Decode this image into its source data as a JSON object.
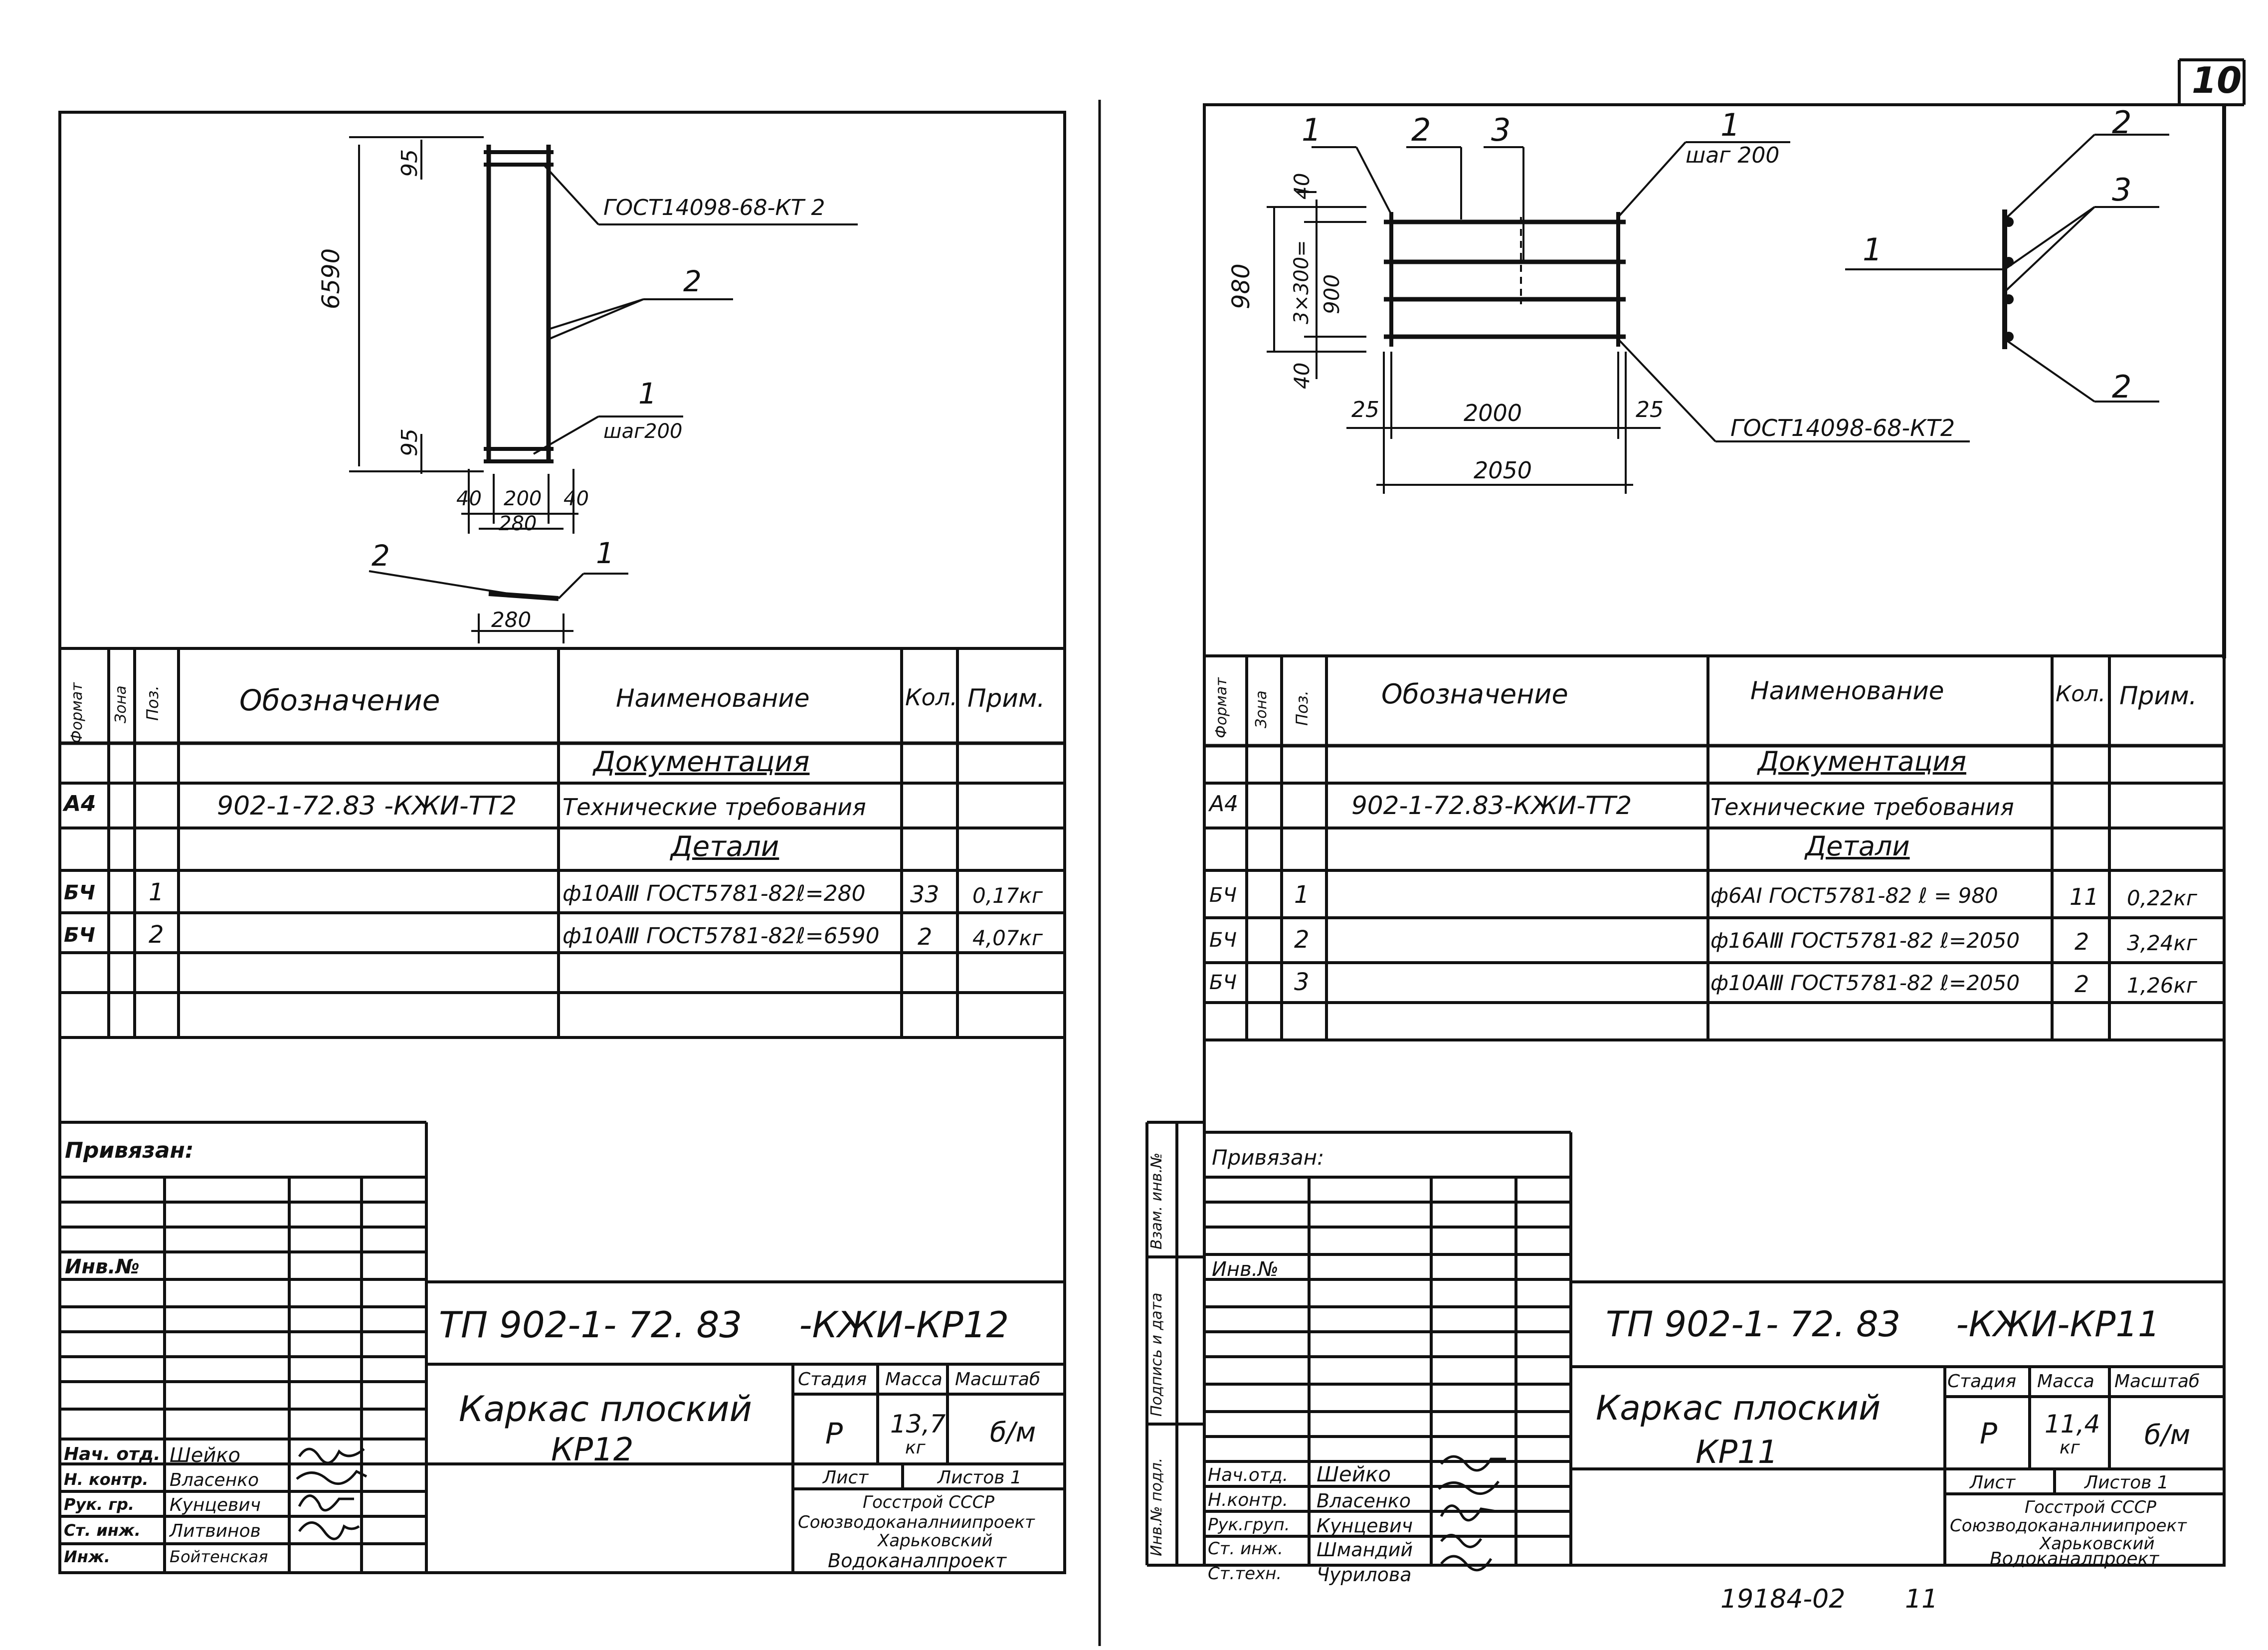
{
  "sheet_number": "10",
  "bottom_stamp": {
    "code": "19184-02",
    "page": "11"
  },
  "column_headers": {
    "format": "Формат",
    "zone": "Зона",
    "pos": "Поз.",
    "designation": "Обозначение",
    "name": "Наименование",
    "qty": "Кол.",
    "note": "Прим."
  },
  "left": {
    "drawing": {
      "callout_top": "ГОСТ14098-68-КТ 2",
      "callout_2": "2",
      "callout_1": "1",
      "callout_1_step": "шаг200",
      "dim_height": "6590",
      "dim_top": "95",
      "dim_bottom": "95",
      "dim_w_left": "40",
      "dim_w_mid": "200",
      "dim_w_right": "40",
      "dim_w_total": "280",
      "section_label_2": "2",
      "section_label_1": "1",
      "section_dim": "280"
    },
    "spec": {
      "section_doc": "Документация",
      "doc_row": {
        "format": "А4",
        "designation": "902-1-72.83 -КЖИ-ТТ2",
        "name": "Технические требования"
      },
      "section_parts": "Детали",
      "rows": [
        {
          "format": "БЧ",
          "pos": "1",
          "name": "ф10АⅢ ГОСТ5781-82ℓ=280",
          "qty": "33",
          "note": "0,17кг"
        },
        {
          "format": "БЧ",
          "pos": "2",
          "name": "ф10АⅢ ГОСТ5781-82ℓ=6590",
          "qty": "2",
          "note": "4,07кг"
        }
      ]
    },
    "tb": {
      "attached": "Привязан:",
      "inv": "Инв.№",
      "code": "ТП 902-1- 72. 83     -КЖИ-КР12",
      "title_line1": "Каркас плоский",
      "title_line2": "КР12",
      "stage_label": "Стадия",
      "mass_label": "Масса",
      "scale_label": "Масштаб",
      "stage": "Р",
      "mass": "13,7",
      "mass_unit": "кг",
      "scale": "б/м",
      "sheet_label": "Лист",
      "sheets_label": "Листов 1",
      "org1": "Госстрой СССР",
      "org2": "Союзводоканалниипроект",
      "org3": "Харьковский",
      "org4": "Водоканалпроект",
      "people": [
        {
          "role": "Нач. отд.",
          "name": "Шейко"
        },
        {
          "role": "Н. контр.",
          "name": "Власенко"
        },
        {
          "role": "Рук. гр.",
          "name": "Кунцевич"
        },
        {
          "role": "Ст. инж.",
          "name": "Литвинов"
        },
        {
          "role": "Инж.",
          "name": "Бойтенская"
        }
      ]
    }
  },
  "right": {
    "drawing": {
      "lbl_1a": "1",
      "lbl_2": "2",
      "lbl_3": "3",
      "lbl_1b": "1",
      "step": "шаг 200",
      "dim_980": "980",
      "dim_40t": "40",
      "dim_3x300": "3×300=",
      "dim_900": "900",
      "dim_40b": "40",
      "dim_25l": "25",
      "dim_2000": "2000",
      "dim_25r": "25",
      "dim_2050": "2050",
      "callout_kt": "ГОСТ14098-68-КТ2",
      "side_2a": "2",
      "side_3": "3",
      "side_1": "1",
      "side_2b": "2"
    },
    "spec": {
      "section_doc": "Документация",
      "doc_row": {
        "format": "А4",
        "designation": "902-1-72.83-КЖИ-ТТ2",
        "name": "Технические требования"
      },
      "section_parts": "Детали",
      "rows": [
        {
          "format": "БЧ",
          "pos": "1",
          "name": "ф6АⅠ ГОСТ5781-82 ℓ = 980",
          "qty": "11",
          "note": "0,22кг"
        },
        {
          "format": "БЧ",
          "pos": "2",
          "name": "ф16АⅢ ГОСТ5781-82 ℓ=2050",
          "qty": "2",
          "note": "3,24кг"
        },
        {
          "format": "БЧ",
          "pos": "3",
          "name": "ф10АⅢ ГОСТ5781-82 ℓ=2050",
          "qty": "2",
          "note": "1,26кг"
        }
      ]
    },
    "side_stamps": [
      "Взам. инв.№",
      "Подпись и дата",
      "Инв.№ подл."
    ],
    "tb": {
      "attached": "Привязан:",
      "inv": "Инв.№",
      "code": "ТП 902-1- 72. 83     -КЖИ-КР11",
      "title_line1": "Каркас плоский",
      "title_line2": "КР11",
      "stage_label": "Стадия",
      "mass_label": "Масса",
      "scale_label": "Масштаб",
      "stage": "Р",
      "mass": "11,4",
      "mass_unit": "кг",
      "scale": "б/м",
      "sheet_label": "Лист",
      "sheets_label": "Листов 1",
      "org1": "Госстрой СССР",
      "org2": "Союзводоканалниипроект",
      "org3": "Харьковский",
      "org4": "Водоканалпроект",
      "people": [
        {
          "role": "Нач.отд.",
          "name": "Шейко"
        },
        {
          "role": "Н.контр.",
          "name": "Власенко"
        },
        {
          "role": "Рук.груп.",
          "name": "Кунцевич"
        },
        {
          "role": "Ст. инж.",
          "name": "Шмандий"
        },
        {
          "role": "Ст.техн.",
          "name": "Чурилова"
        }
      ]
    }
  }
}
